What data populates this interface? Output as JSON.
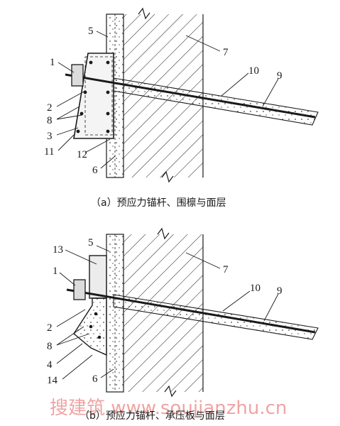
{
  "figure_a": {
    "caption": "（a）预应力锚杆、围檩与面层",
    "labels": [
      "1",
      "2",
      "8",
      "3",
      "11",
      "12",
      "6",
      "5",
      "7",
      "10",
      "9"
    ]
  },
  "figure_b": {
    "caption": "（b）预应力锚杆、承压板与面层",
    "labels": [
      "13",
      "5",
      "1",
      "2",
      "8",
      "4",
      "14",
      "6",
      "7",
      "10",
      "9"
    ]
  },
  "watermark": "搜建筑 www.soujianzhu.cn",
  "colors": {
    "line": "#1a1a1a",
    "concrete": "#f2f2f2",
    "watermark": "#e35a5a"
  }
}
